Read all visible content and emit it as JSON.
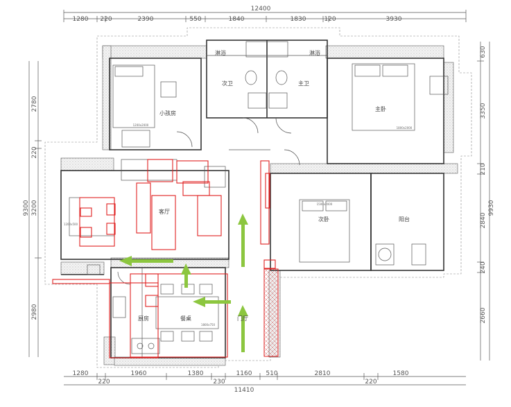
{
  "dimensions": {
    "top_total": "12400",
    "top_segments": [
      "1280",
      "220",
      "2390",
      "550",
      "1840",
      "1830",
      "120",
      "3930"
    ],
    "bottom_segments": [
      "1280",
      "220",
      "1960",
      "1380",
      "230",
      "1160",
      "510",
      "2810",
      "220",
      "1580"
    ],
    "bottom_total": "11410",
    "left_total": "9300",
    "left_segments": [
      "2780",
      "220",
      "3200",
      "2980"
    ],
    "right_segments": [
      "630",
      "3350",
      "210",
      "2840",
      "240",
      "2660"
    ],
    "right_total": "9930"
  },
  "rooms": {
    "bath_left": "淋浴",
    "bath_right": "淋浴",
    "second_bath": "次卫",
    "main_bath": "主卫",
    "small_bedroom": "小孩房",
    "master_bedroom": "主卧",
    "living_room": "客厅",
    "second_bedroom": "次卧",
    "balcony": "阳台",
    "kitchen": "厨房",
    "dining": "餐桌",
    "foyer": "门厅"
  },
  "furniture_notes": {
    "small_bed": "1200x2000",
    "master_bed": "1800x2000",
    "second_bed": "1500x2000",
    "desk": "1200x500",
    "dining_table": "1800x750"
  },
  "colors": {
    "markup": "#e02020",
    "flow_arrow": "#8cc63f",
    "wall": "#333333"
  }
}
